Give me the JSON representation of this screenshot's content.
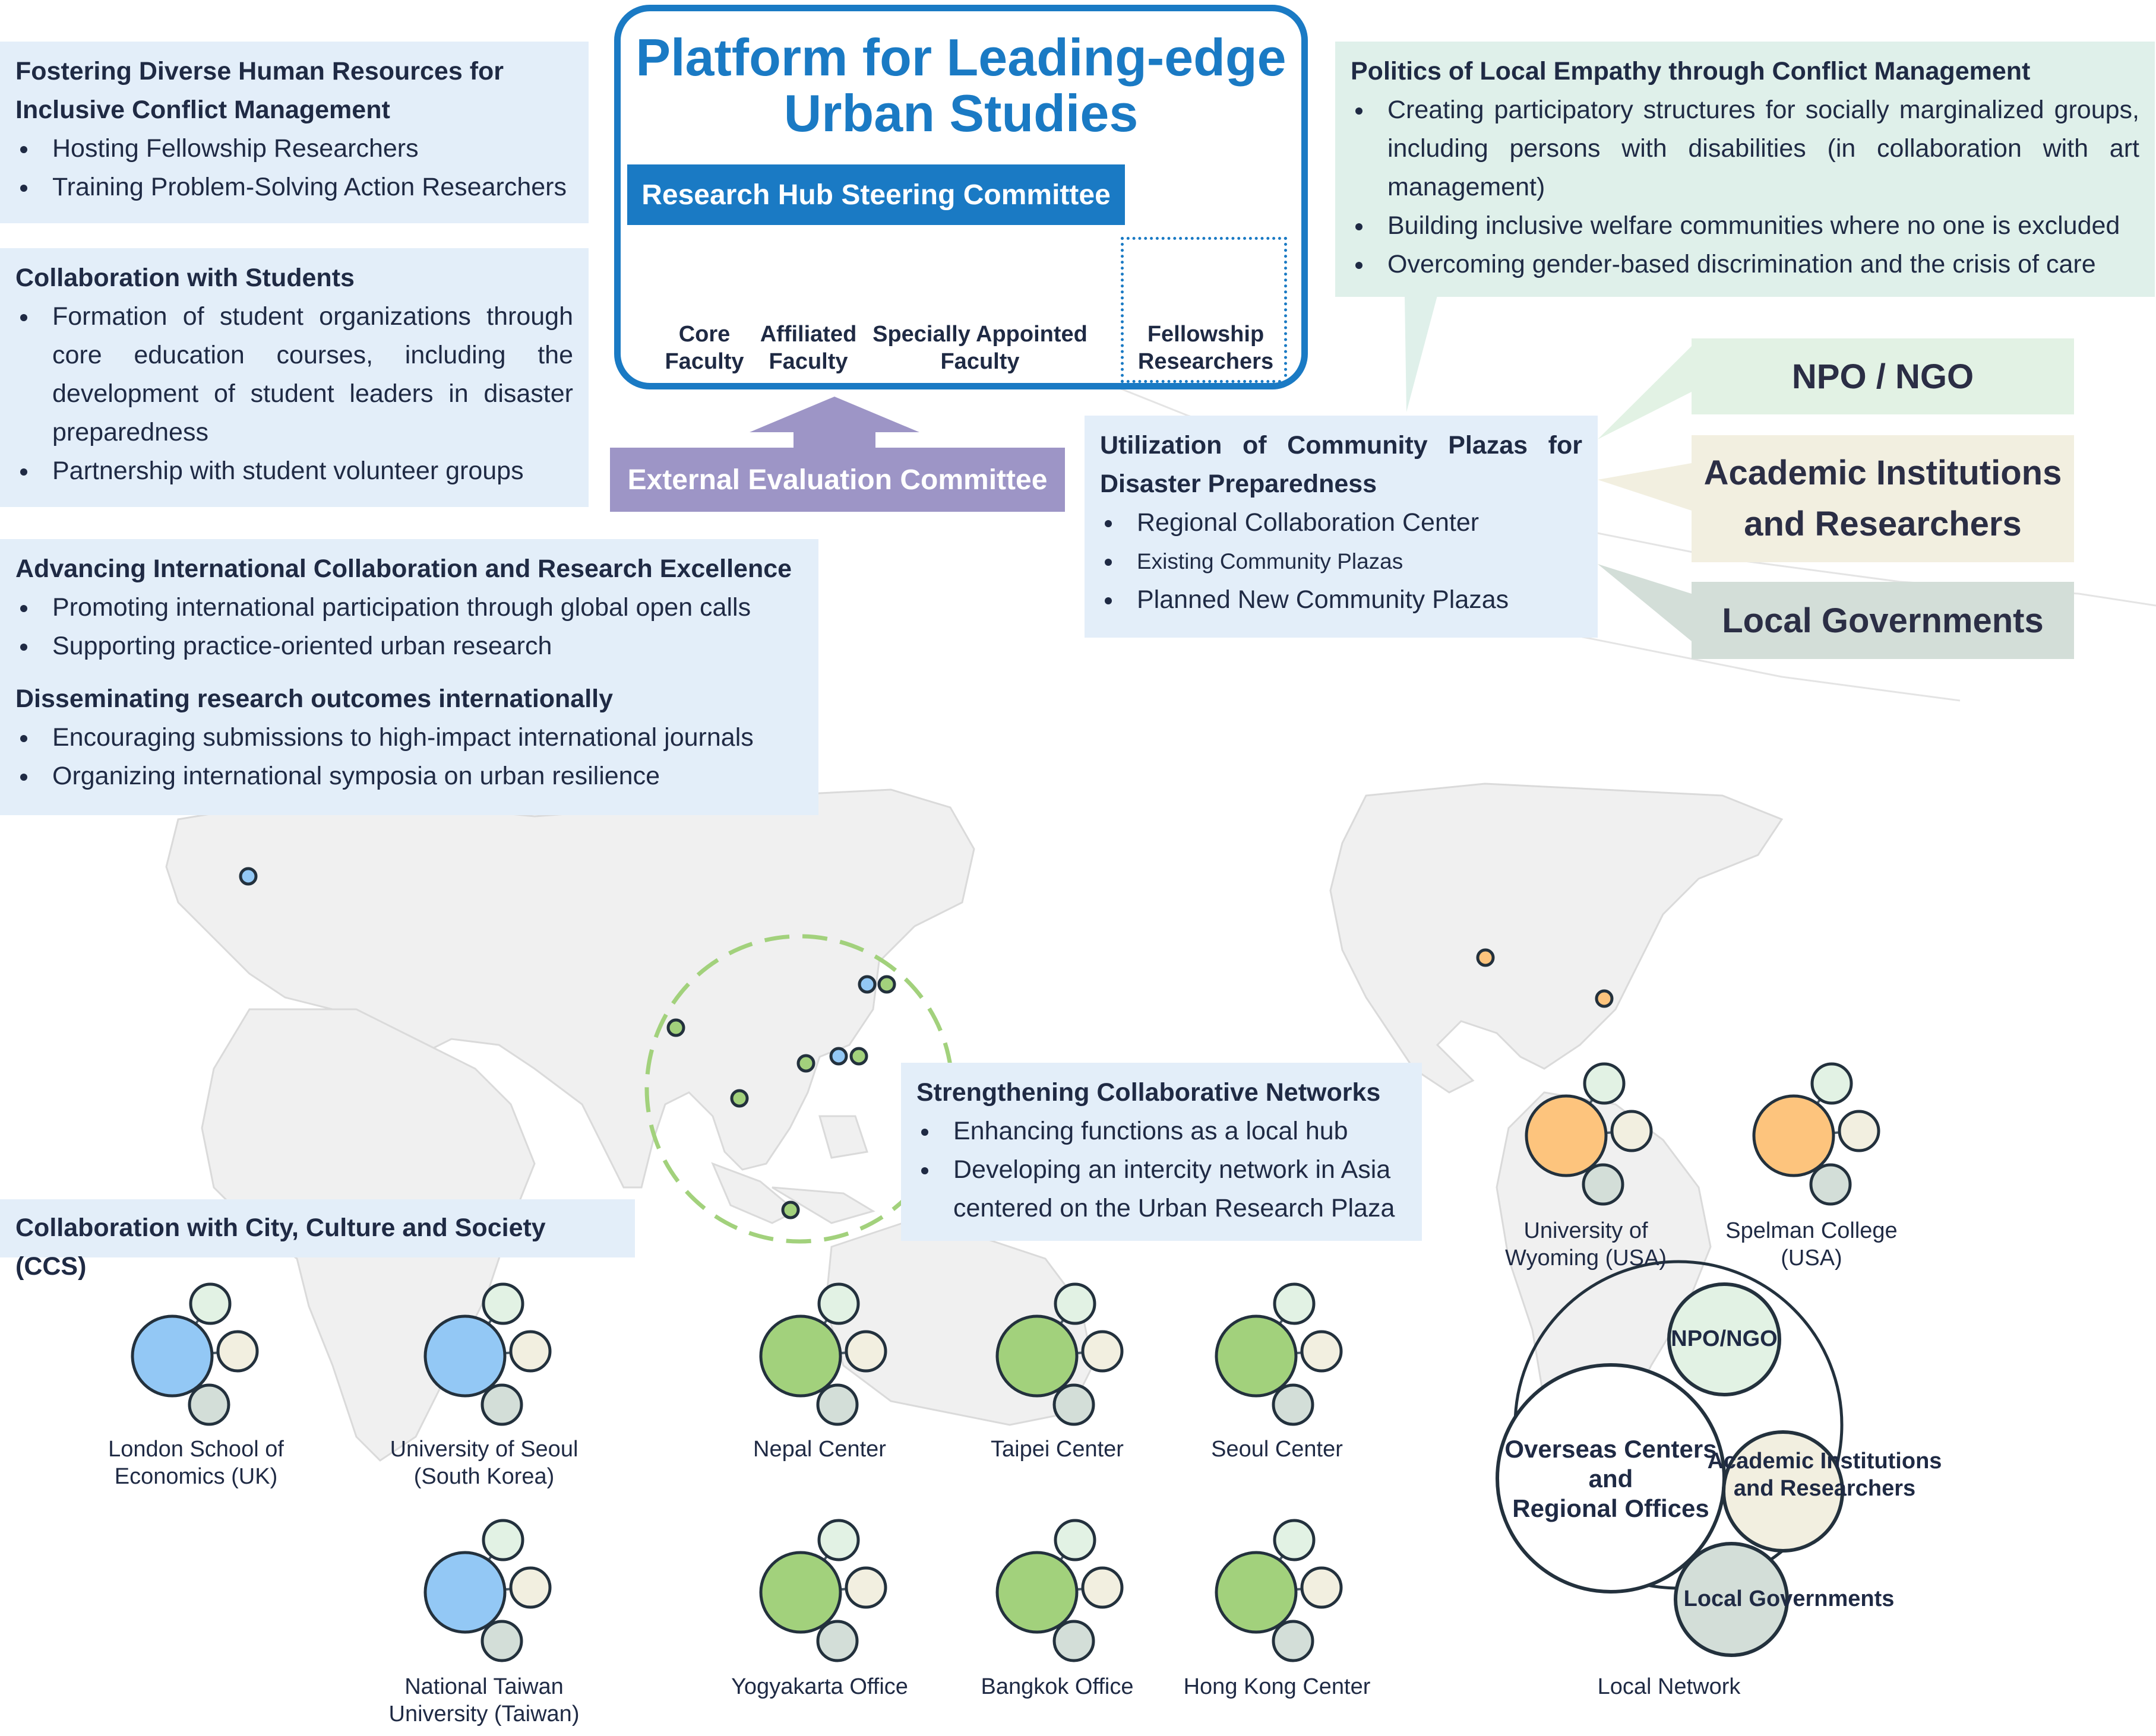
{
  "platform": {
    "title_line1": "Platform for Leading-edge",
    "title_line2": "Urban Studies",
    "steering": "Research Hub Steering Committee",
    "faculty": [
      {
        "line1": "Core",
        "line2": "Faculty"
      },
      {
        "line1": "Affiliated",
        "line2": "Faculty"
      },
      {
        "line1": "Specially Appointed",
        "line2": "Faculty"
      },
      {
        "line1": "Fellowship",
        "line2": "Researchers"
      }
    ]
  },
  "external_committee": "External Evaluation Committee",
  "panels": {
    "hr": {
      "title_line1": "Fostering Diverse Human Resources for",
      "title_line2": "Inclusive Conflict Management",
      "items": [
        "Hosting Fellowship Researchers",
        "Training Problem-Solving Action Researchers"
      ]
    },
    "students": {
      "title": "Collaboration with Students",
      "items": [
        "Formation of student organizations through core education courses, including the development of student leaders in disaster preparedness",
        "Partnership with student volunteer groups"
      ]
    },
    "intl": {
      "title": "Advancing International Collaboration and Research Excellence",
      "items": [
        "Promoting international participation through global open calls",
        "Supporting practice-oriented urban research"
      ],
      "title2": "Disseminating research outcomes internationally",
      "items2": [
        "Encouraging submissions to high-impact international journals",
        "Organizing international symposia on urban resilience"
      ]
    },
    "politics": {
      "title": "Politics of Local Empathy through Conflict Management",
      "items": [
        "Creating participatory structures for socially marginalized groups, including persons with disabilities (in collaboration with art management)",
        "Building inclusive welfare communities where no one is excluded",
        "Overcoming gender-based discrimination and the crisis of care"
      ]
    },
    "plazas": {
      "title": "Utilization of Community Plazas for Disaster Preparedness",
      "items": [
        "Regional Collaboration Center",
        "Existing Community Plazas",
        "Planned New Community Plazas"
      ]
    },
    "networks": {
      "title": "Strengthening Collaborative Networks",
      "items": [
        "Enhancing functions as a local hub",
        "Developing an intercity network in Asia centered on the Urban Research Plaza"
      ]
    },
    "ccs": {
      "title": "Collaboration with City, Culture and Society (CCS)"
    }
  },
  "stakeholders": {
    "npo": "NPO / NGO",
    "academic_line1": "Academic Institutions",
    "academic_line2": "and Researchers",
    "local_gov": "Local Governments"
  },
  "clusters": {
    "lse": {
      "line1": "London School of",
      "line2": "Economics (UK)"
    },
    "seoul_univ": {
      "line1": "University of Seoul",
      "line2": "(South Korea)"
    },
    "ntu": {
      "line1": "National Taiwan",
      "line2": "University (Taiwan)"
    },
    "nepal": "Nepal Center",
    "taipei": "Taipei Center",
    "seoul_center": "Seoul Center",
    "yogyakarta": "Yogyakarta Office",
    "bangkok": "Bangkok Office",
    "hongkong": "Hong Kong Center",
    "wyoming": {
      "line1": "University of",
      "line2": "Wyoming (USA)"
    },
    "spelman": {
      "line1": "Spelman College",
      "line2": "(USA)"
    }
  },
  "local_network": {
    "center_line1": "Overseas Centers",
    "center_line2": "and",
    "center_line3": "Regional Offices",
    "npo": "NPO/NGO",
    "academic_line1": "Academic Institutions",
    "academic_line2": "and Researchers",
    "local_gov": "Local Governments",
    "caption": "Local Network"
  },
  "colors": {
    "primary_blue": "#1a7ac4",
    "panel_blue": "#e3eef9",
    "panel_green": "#dff0ea",
    "purple": "#9d95c6",
    "npo_green": "#e2f2e4",
    "academic_beige": "#f2efe0",
    "gov_gray": "#d3ded8",
    "university_blue": "#93c8f5",
    "center_green": "#a2d17c",
    "usa_orange": "#fdc47d"
  }
}
